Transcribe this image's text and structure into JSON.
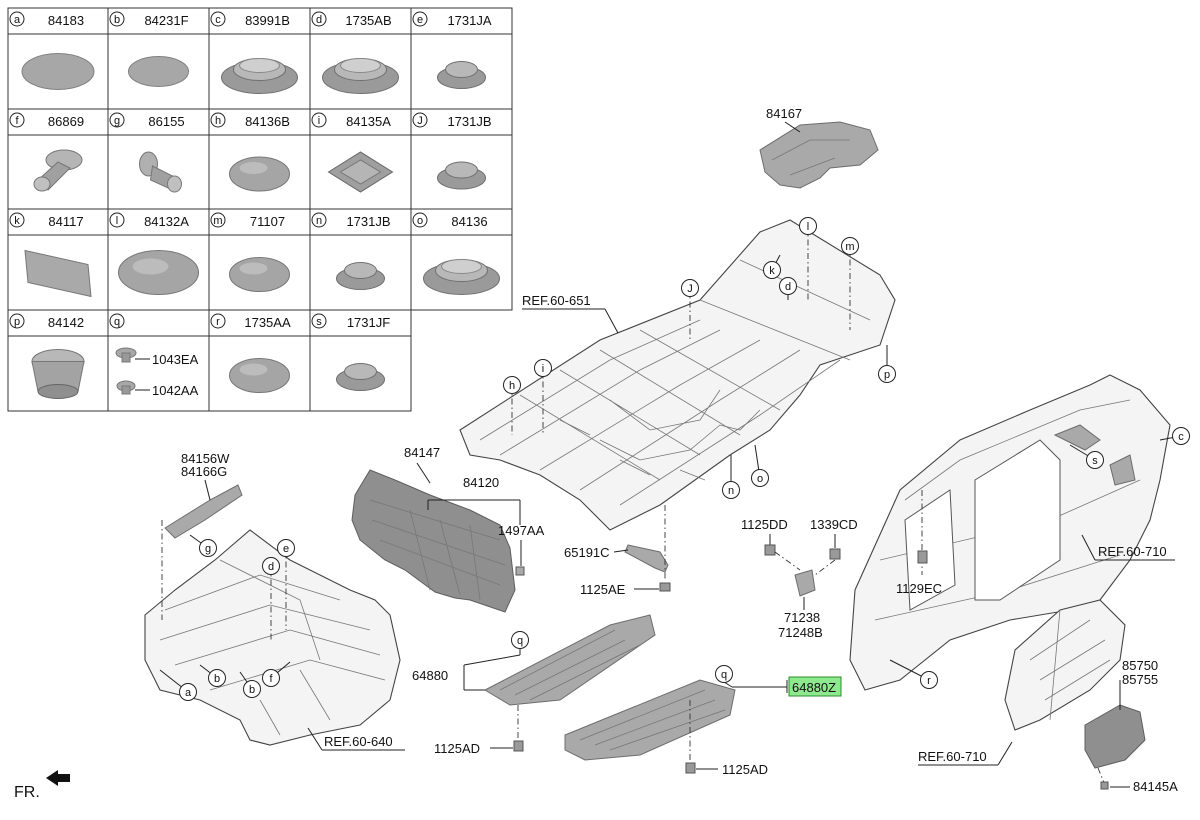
{
  "legend": {
    "cells": [
      {
        "letter": "a",
        "code": "84183"
      },
      {
        "letter": "b",
        "code": "84231F"
      },
      {
        "letter": "c",
        "code": "83991B"
      },
      {
        "letter": "d",
        "code": "1735AB"
      },
      {
        "letter": "e",
        "code": "1731JA"
      },
      {
        "letter": "f",
        "code": "86869"
      },
      {
        "letter": "g",
        "code": "86155"
      },
      {
        "letter": "h",
        "code": "84136B"
      },
      {
        "letter": "i",
        "code": "84135A"
      },
      {
        "letter": "J",
        "code": "1731JB"
      },
      {
        "letter": "k",
        "code": "84117"
      },
      {
        "letter": "l",
        "code": "84132A"
      },
      {
        "letter": "m",
        "code": "71107"
      },
      {
        "letter": "n",
        "code": "1731JB"
      },
      {
        "letter": "o",
        "code": "84136"
      },
      {
        "letter": "p",
        "code": "84142"
      },
      {
        "letter": "q",
        "code": ""
      },
      {
        "letter": "r",
        "code": "1735AA"
      },
      {
        "letter": "s",
        "code": "1731JF"
      }
    ],
    "q_sub_labels": [
      "1043EA",
      "1042AA"
    ]
  },
  "labels": {
    "p84167": "84167",
    "ref_651": "REF.60-651",
    "p84156w": "84156W",
    "p84166g": "84166G",
    "p84147": "84147",
    "p84120": "84120",
    "p1497aa": "1497AA",
    "p65191c": "65191C",
    "p1125ae": "1125AE",
    "p1125dd": "1125DD",
    "p1339cd": "1339CD",
    "p1129ec": "1129EC",
    "p71238": "71238",
    "p71248b": "71248B",
    "ref_710_a": "REF.60-710",
    "p64880": "64880",
    "p64880z": "64880Z",
    "p1125ad_a": "1125AD",
    "p1125ad_b": "1125AD",
    "ref_640": "REF.60-640",
    "p85750": "85750",
    "p85755": "85755",
    "ref_710_b": "REF.60-710",
    "p84145a": "84145A",
    "fr": "FR."
  },
  "callouts": {
    "floor": [
      "J",
      "l",
      "k",
      "d",
      "m",
      "p",
      "i",
      "h",
      "n",
      "o"
    ],
    "front": [
      "g",
      "e",
      "d",
      "a",
      "b",
      "b",
      "f"
    ],
    "pad": [
      "q",
      "q"
    ],
    "side": [
      "c",
      "s",
      "r"
    ]
  },
  "colors": {
    "part_fill": "#a9a9a9",
    "highlight": "#8ee88e",
    "highlight_border": "#2e8b2e"
  }
}
